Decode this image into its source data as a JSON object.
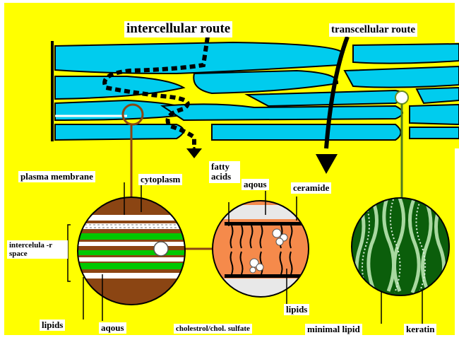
{
  "routes": {
    "intercellular": "intercellular route",
    "transcellular": "transcellular route"
  },
  "labels": {
    "plasma_membrane": "plasma membrane",
    "cytoplasm": "cytoplasm",
    "fatty_acids": "fatty acids",
    "aqous_top": "aqous",
    "ceramide": "ceramide",
    "intercellular_space": "intercelula -r space",
    "lipids_left": "lipids",
    "aqous_bottom": "aqous",
    "cholestrol": "cholestrol/chol. sulfate",
    "lipids_right": "lipids",
    "minimal_lipid": "minimal lipid",
    "keratin": "keratin"
  },
  "colors": {
    "background": "#ffff00",
    "corneocyte": "#00ccee",
    "brown": "#8b4513",
    "orange": "#f58a4b",
    "green": "#00c800",
    "dark_green": "#0b5e0b",
    "olive_line": "#4f7a1f"
  }
}
